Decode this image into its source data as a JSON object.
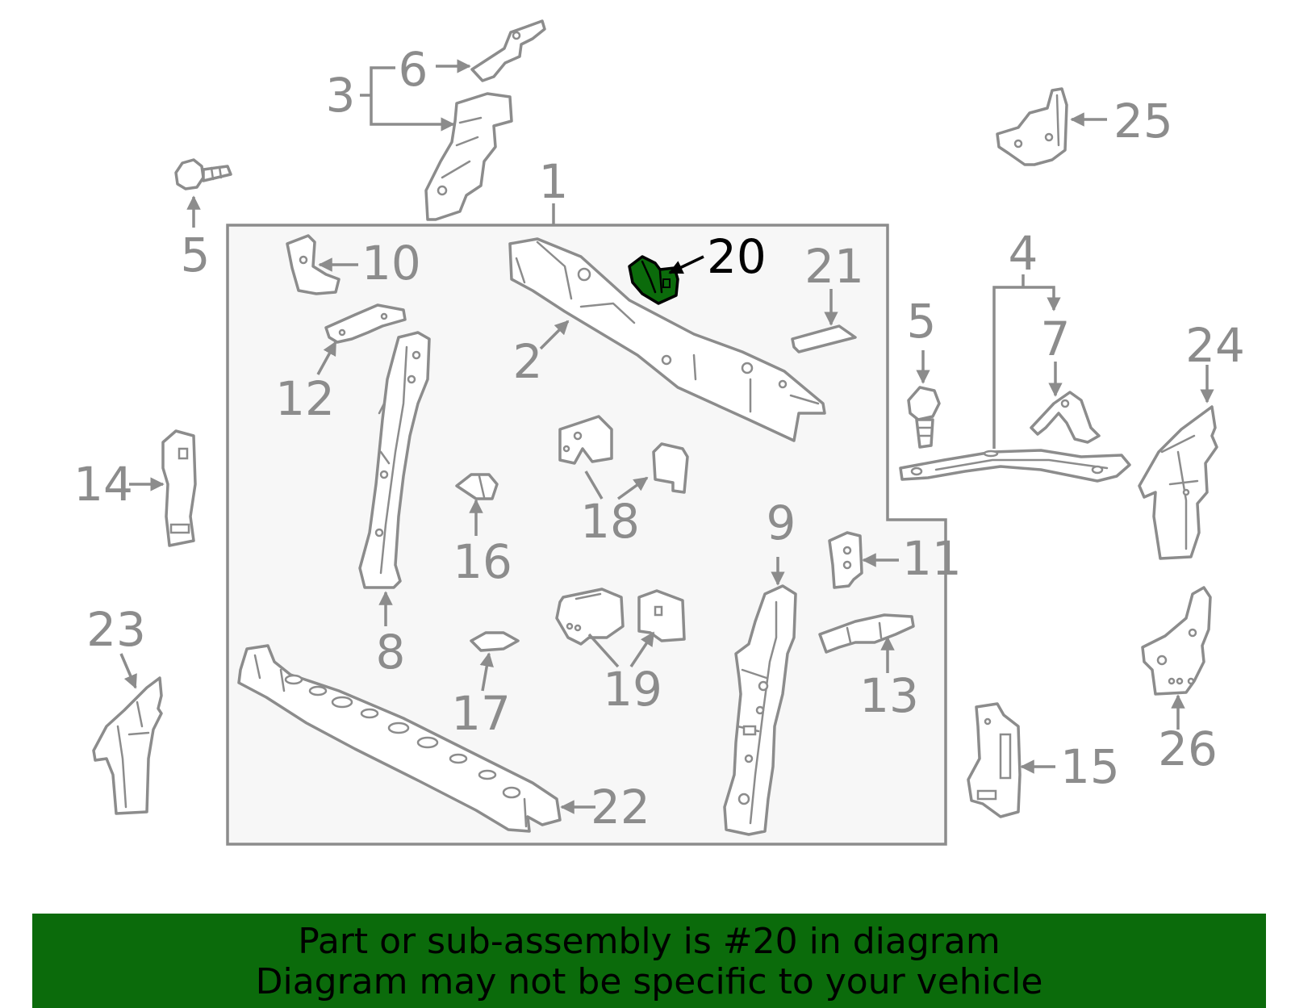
{
  "colors": {
    "line": "#8c8c8c",
    "panel": "#f7f7f7",
    "highlight_fill": "#0b6b0b",
    "highlight_stroke": "#000000",
    "banner_bg": "#0b6b0b",
    "banner_text": "#000000"
  },
  "diagram": {
    "highlighted_part": "20",
    "callouts": {
      "c1": "1",
      "c2": "2",
      "c3": "3",
      "c4": "4",
      "c5a": "5",
      "c5b": "5",
      "c6": "6",
      "c7": "7",
      "c8": "8",
      "c9": "9",
      "c10": "10",
      "c11": "11",
      "c12": "12",
      "c13": "13",
      "c14": "14",
      "c15": "15",
      "c16": "16",
      "c17": "17",
      "c18": "18",
      "c19": "19",
      "c20": "20",
      "c21": "21",
      "c22": "22",
      "c23": "23",
      "c24": "24",
      "c25": "25",
      "c26": "26"
    }
  },
  "banner": {
    "line1": "Part or sub-assembly is #20 in diagram",
    "line2": "Diagram may not be specific to your vehicle"
  }
}
